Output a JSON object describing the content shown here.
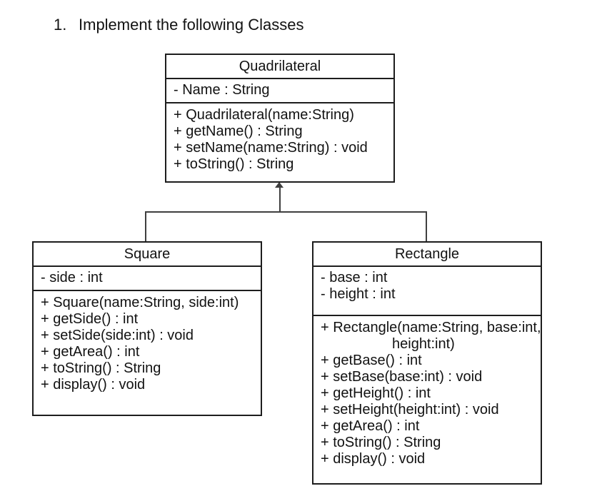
{
  "heading": {
    "number": "1.",
    "text": "Implement the following Classes"
  },
  "colors": {
    "background": "#ffffff",
    "box_border": "#1d1d1d",
    "text": "#121212",
    "connector": "#3f3f3f"
  },
  "diagram": {
    "type": "uml-class-diagram",
    "inheritance": [
      {
        "child": "Square",
        "parent": "Quadrilateral"
      },
      {
        "child": "Rectangle",
        "parent": "Quadrilateral"
      }
    ]
  },
  "classes": [
    {
      "name": "Quadrilateral",
      "attributes": [
        "- Name : String"
      ],
      "methods": [
        "+ Quadrilateral(name:String)",
        "+ getName() : String",
        "+ setName(name:String) : void",
        "+ toString() : String"
      ]
    },
    {
      "name": "Square",
      "attributes": [
        "- side : int"
      ],
      "methods": [
        "+ Square(name:String, side:int)",
        "+ getSide() : int",
        "+ setSide(side:int) : void",
        "+ getArea() : int",
        "+ toString() : String",
        "+ display() : void"
      ]
    },
    {
      "name": "Rectangle",
      "attributes": [
        "- base : int",
        "- height : int"
      ],
      "methods": [
        "+ Rectangle(name:String, base:int,",
        "height:int)",
        "+ getBase() : int",
        "+ setBase(base:int) : void",
        "+ getHeight() : int",
        "+ setHeight(height:int) : void",
        "+ getArea() : int",
        "+ toString() : String",
        "+ display() : void"
      ]
    }
  ]
}
